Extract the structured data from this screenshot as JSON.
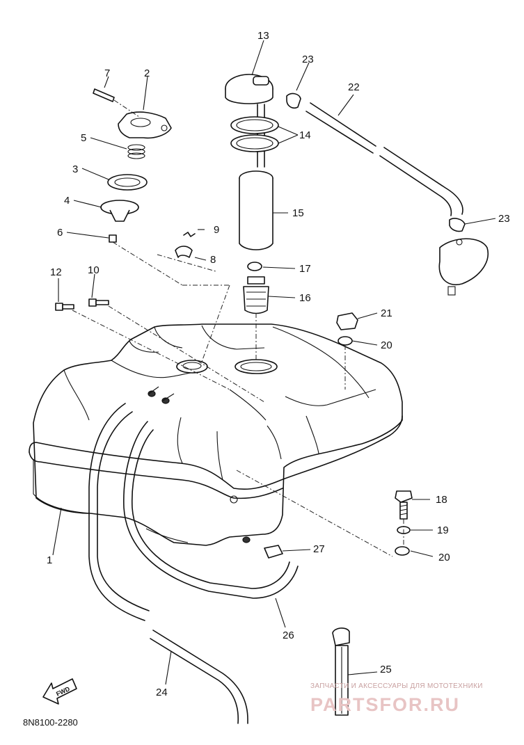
{
  "diagram": {
    "part_labels": {
      "p1": "1",
      "p2": "2",
      "p3": "3",
      "p4": "4",
      "p5": "5",
      "p6": "6",
      "p7": "7",
      "p8": "8",
      "p9": "9",
      "p10": "10",
      "p12": "12",
      "p13": "13",
      "p14": "14",
      "p15": "15",
      "p16": "16",
      "p17": "17",
      "p18": "18",
      "p19": "19",
      "p20a": "20",
      "p20b": "20",
      "p21": "21",
      "p22": "22",
      "p23a": "23",
      "p23b": "23",
      "p24": "24",
      "p25": "25",
      "p26": "26",
      "p27": "27"
    },
    "drawing_code": "8N8100-2280",
    "fwd_arrow": "FWD",
    "watermark": {
      "caption": "ЗАПЧАСТИ И АКСЕССУАРЫ ДЛЯ МОТОТЕХНИКИ",
      "brand": "PARTSFOR.RU"
    }
  }
}
